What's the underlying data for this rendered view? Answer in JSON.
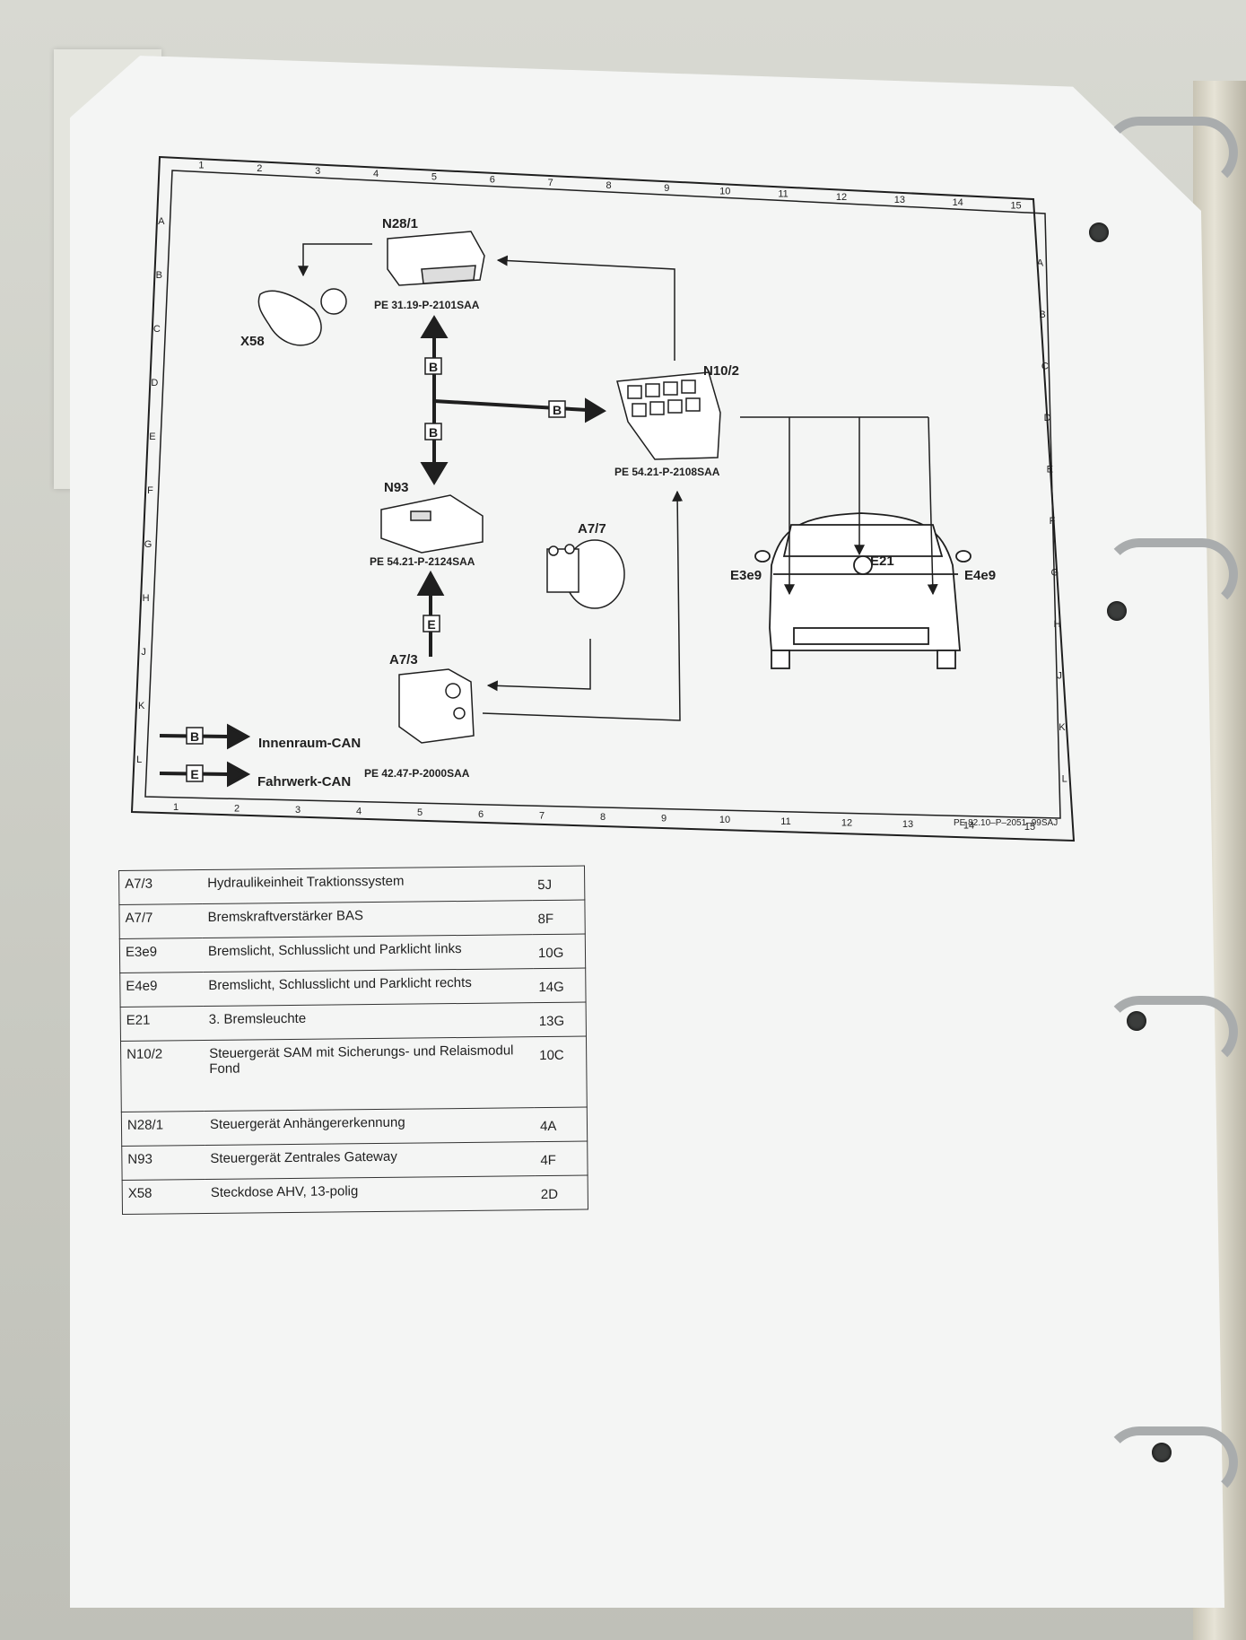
{
  "diagram": {
    "components": [
      {
        "id": "N28/1",
        "ref": "PE 31.19-P-2101SAA"
      },
      {
        "id": "X58",
        "ref": ""
      },
      {
        "id": "N10/2",
        "ref": "PE 54.21-P-2108SAA"
      },
      {
        "id": "N93",
        "ref": "PE 54.21-P-2124SAA"
      },
      {
        "id": "A7/7",
        "ref": ""
      },
      {
        "id": "A7/3",
        "ref": "PE 42.47-P-2000SAA"
      },
      {
        "id": "E3e9",
        "ref": ""
      },
      {
        "id": "E4e9",
        "ref": ""
      },
      {
        "id": "E21",
        "ref": ""
      }
    ],
    "bus_labels": [
      "B",
      "B",
      "B",
      "E"
    ],
    "bus_legend": [
      {
        "letter": "B",
        "name": "Innenraum-CAN"
      },
      {
        "letter": "E",
        "name": "Fahrwerk-CAN"
      }
    ],
    "grid_columns": [
      "1",
      "2",
      "3",
      "4",
      "5",
      "6",
      "7",
      "8",
      "9",
      "10",
      "11",
      "12",
      "13",
      "14",
      "15"
    ],
    "grid_rows": [
      "A",
      "B",
      "C",
      "D",
      "E",
      "F",
      "G",
      "H",
      "J",
      "K",
      "L"
    ],
    "doc_ref": "PE 82.10–P–2051–99SAJ"
  },
  "legend_rows": [
    {
      "code": "A7/3",
      "desc": "Hydraulikeinheit Traktionssystem",
      "grid": "5J"
    },
    {
      "code": "A7/7",
      "desc": "Bremskraftverstärker BAS",
      "grid": "8F"
    },
    {
      "code": "E3e9",
      "desc": "Bremslicht, Schlusslicht und Parklicht links",
      "grid": "10G"
    },
    {
      "code": "E4e9",
      "desc": "Bremslicht, Schlusslicht und Parklicht rechts",
      "grid": "14G"
    },
    {
      "code": "E21",
      "desc": "3. Bremsleuchte",
      "grid": "13G"
    },
    {
      "code": "N10/2",
      "desc": "Steuergerät SAM mit Sicherungs- und Relaismodul Fond",
      "grid": "10C"
    },
    {
      "code": "N28/1",
      "desc": "Steuergerät Anhängererkennung",
      "grid": "4A"
    },
    {
      "code": "N93",
      "desc": "Steuergerät Zentrales Gateway",
      "grid": "4F"
    },
    {
      "code": "X58",
      "desc": "Steckdose AHV, 13-polig",
      "grid": "2D"
    }
  ],
  "colors": {
    "ink": "#1f1f1f",
    "paper": "#f4f5f4"
  }
}
